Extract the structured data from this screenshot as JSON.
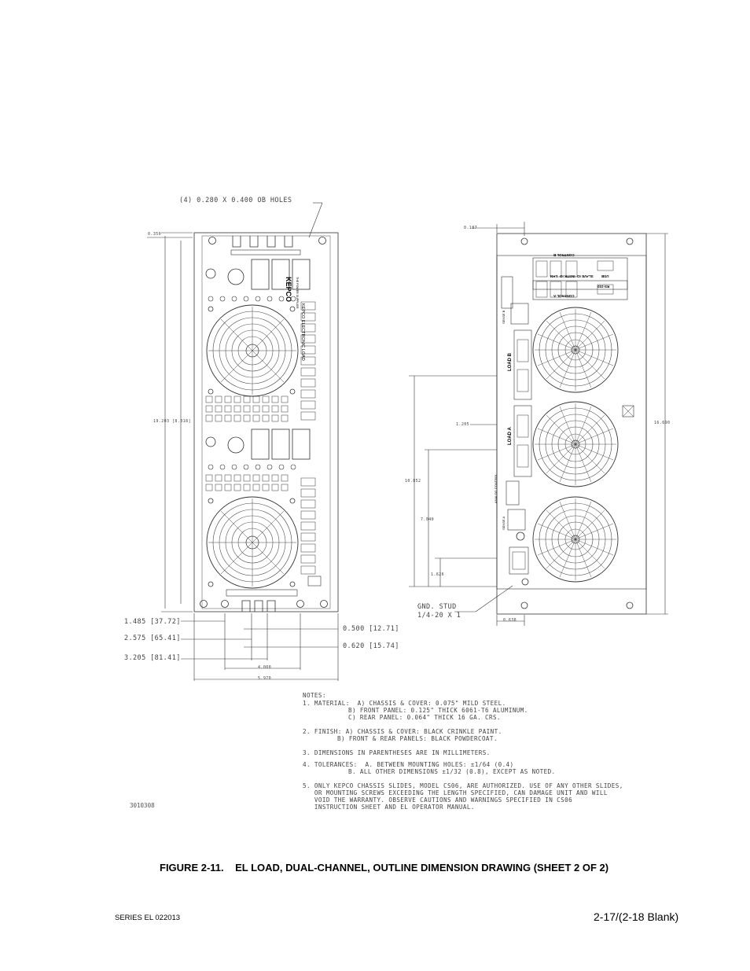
{
  "callouts": {
    "holes": "(4) 0.280 X 0.400 OB HOLES",
    "gnd_stud": "GND. STUD",
    "gnd_stud_size": "1/4-20 X 1"
  },
  "front_dims": {
    "d1": "1.485 [37.72]",
    "d2": "2.575 [65.41]",
    "d3": "3.205 [81.41]",
    "d4": "0.500 [12.71]",
    "d5": "0.620 [15.74]",
    "w1": "4.000",
    "w2": "5.970",
    "h1": "19.203",
    "h2": "[8.318]",
    "top": "0.350"
  },
  "front_panel": {
    "brand": "KEPCO",
    "subtitle": "KEPCO ELECTRONIC LOAD",
    "small": "THE POWER SUPPLIER"
  },
  "rear_dims": {
    "top": "0.187",
    "r1": "1.205",
    "r2": "10.852",
    "r3": "7.040",
    "r4": "1.626",
    "right": "16.690",
    "bottom": "0.638"
  },
  "rear_panel": {
    "control_b": "CONTROL B",
    "control_a": "CONTROL A",
    "usb": "USB",
    "rs232": "RS-232",
    "slave": "SLAVE IO",
    "instr": "INSTR IO",
    "lan": "LAN",
    "load_b": "LOAD B",
    "load_a": "LOAD A",
    "analog_control": "ANALOG CONTROL",
    "sense_b": "SENSE B",
    "sense_a": "SENSE A"
  },
  "notes": {
    "title": "NOTES:",
    "n1a": "1. MATERIAL:  A) CHASSIS & COVER: 0.075\" MILD STEEL.",
    "n1b": "B) FRONT PANEL: 0.125\" THICK 6061-T6 ALUMINUM.",
    "n1c": "C) REAR PANEL: 0.064\" THICK 16 GA. CRS.",
    "n2a": "2. FINISH: A) CHASSIS & COVER: BLACK CRINKLE PAINT.",
    "n2b": "B) FRONT & REAR PANELS: BLACK POWDERCOAT.",
    "n3": "3. DIMENSIONS IN PARENTHESES ARE IN MILLIMETERS.",
    "n4a": "4. TOLERANCES:  A. BETWEEN MOUNTING HOLES: ±1/64 (0.4)",
    "n4b": "B. ALL OTHER DIMENSIONS ±1/32 (0.8), EXCEPT AS NOTED.",
    "n5a": "5. ONLY KEPCO CHASSIS SLIDES, MODEL CS06, ARE AUTHORIZED. USE OF ANY OTHER SLIDES,",
    "n5b": "   OR MOUNTING SCREWS EXCEEDING THE LENGTH SPECIFIED, CAN DAMAGE UNIT AND WILL",
    "n5c": "   VOID THE WARRANTY. OBSERVE CAUTIONS AND WARNINGS SPECIFIED IN CS06",
    "n5d": "   INSTRUCTION SHEET AND EL OPERATOR MANUAL."
  },
  "drawing_number": "3010308",
  "caption": "FIGURE 2-11.    EL LOAD, DUAL-CHANNEL, OUTLINE DIMENSION DRAWING (SHEET 2 OF 2)",
  "footer": {
    "left": "SERIES EL 022013",
    "right": "2-17/(2-18 Blank)"
  }
}
